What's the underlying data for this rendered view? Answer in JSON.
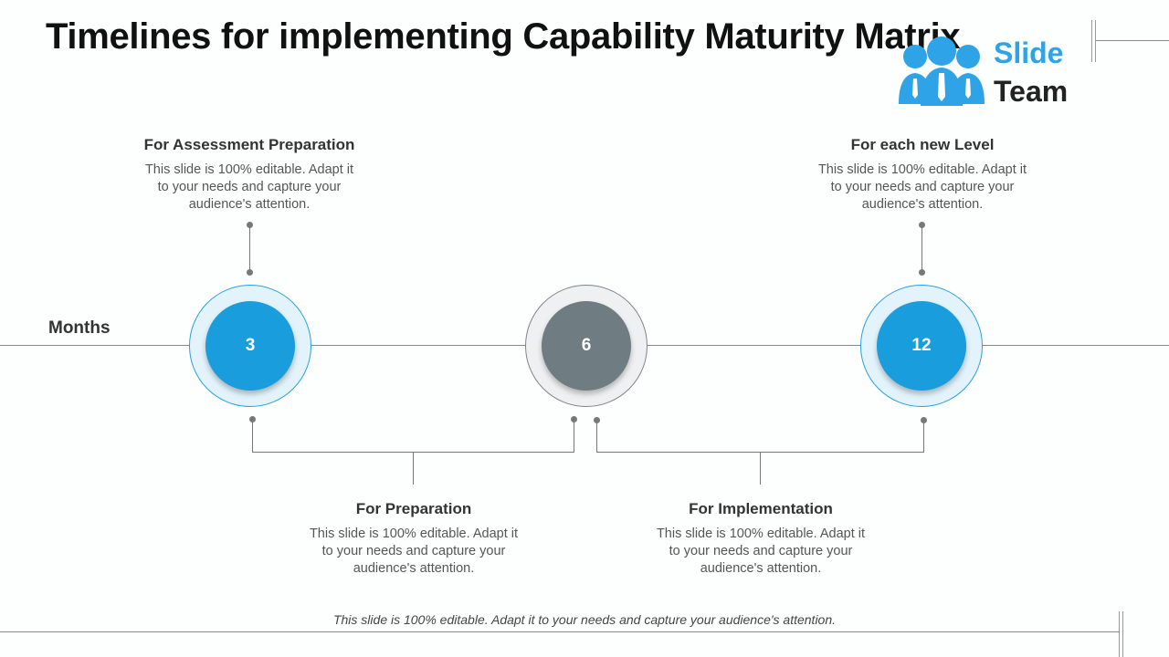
{
  "title": "Timelines for implementing Capability Maturity Matrix",
  "logo": {
    "word1": "Slide",
    "word2": "Team",
    "icon": "people-group-icon"
  },
  "axis_label": "Months",
  "milestones": [
    {
      "value": "3",
      "style": "blue"
    },
    {
      "value": "6",
      "style": "gray"
    },
    {
      "value": "12",
      "style": "blue"
    }
  ],
  "blocks": [
    {
      "heading": "For Assessment Preparation",
      "body": "This slide is 100% editable. Adapt it to your needs and capture your audience's attention."
    },
    {
      "heading": "For each new Level",
      "body": "This slide is 100% editable. Adapt it to your needs and capture your audience's attention."
    },
    {
      "heading": "For Preparation",
      "body": "This slide is 100% editable. Adapt it to your needs and capture your audience's attention."
    },
    {
      "heading": "For Implementation",
      "body": "This slide is 100% editable. Adapt it to your needs and capture your audience's attention."
    }
  ],
  "footer": "This slide is 100% editable. Adapt it to your needs and capture your audience's attention.",
  "colors": {
    "blue": "#1a9ddc",
    "gray": "#6f7c82",
    "ring_blue": "#e2f3fb",
    "accent_line": "#4ab3e6"
  }
}
